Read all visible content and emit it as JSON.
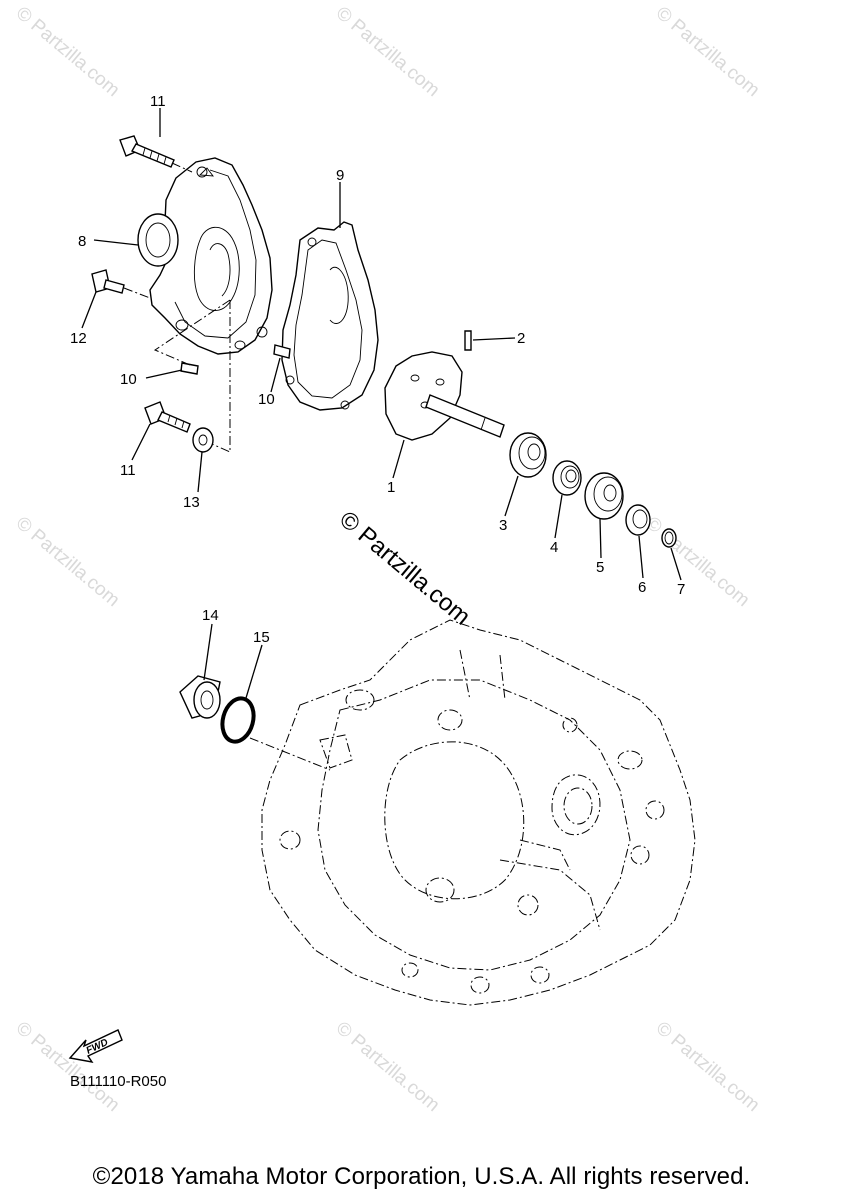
{
  "watermark": {
    "text": "© Partzilla.com"
  },
  "callouts": [
    {
      "id": "11a",
      "label": "11"
    },
    {
      "id": "9",
      "label": "9"
    },
    {
      "id": "8",
      "label": "8"
    },
    {
      "id": "12",
      "label": "12"
    },
    {
      "id": "2",
      "label": "2"
    },
    {
      "id": "10a",
      "label": "10"
    },
    {
      "id": "10b",
      "label": "10"
    },
    {
      "id": "11b",
      "label": "11"
    },
    {
      "id": "13",
      "label": "13"
    },
    {
      "id": "1",
      "label": "1"
    },
    {
      "id": "3",
      "label": "3"
    },
    {
      "id": "4",
      "label": "4"
    },
    {
      "id": "5",
      "label": "5"
    },
    {
      "id": "6",
      "label": "6"
    },
    {
      "id": "7",
      "label": "7"
    },
    {
      "id": "14",
      "label": "14"
    },
    {
      "id": "15",
      "label": "15"
    }
  ],
  "fwd_badge": {
    "text": "FWD"
  },
  "reference_code": "B111110-R050",
  "copyright": "©2018 Yamaha Motor Corporation, U.S.A. All rights reserved."
}
